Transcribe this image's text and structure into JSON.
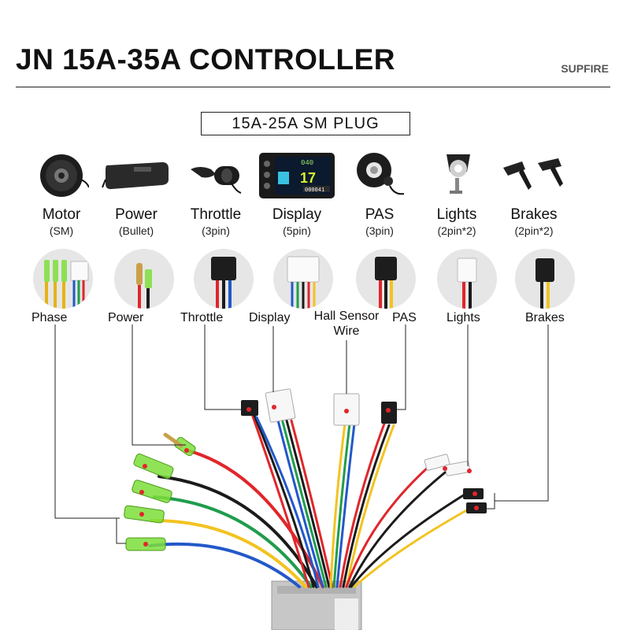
{
  "title": "JN 15A-35A CONTROLLER",
  "brand": "SUPFIRE",
  "plug_label": "15A-25A  SM  PLUG",
  "components": [
    {
      "name": "Motor",
      "spec": "(SM)",
      "icon": "hub-motor-icon"
    },
    {
      "name": "Power",
      "spec": "(Bullet)",
      "icon": "battery-icon"
    },
    {
      "name": "Throttle",
      "spec": "(3pin)",
      "icon": "thumb-throttle-icon"
    },
    {
      "name": "Display",
      "spec": "(5pin)",
      "icon": "lcd-display-icon"
    },
    {
      "name": "PAS",
      "spec": "(3pin)",
      "icon": "pas-sensor-icon"
    },
    {
      "name": "Lights",
      "spec": "(2pin*2)",
      "icon": "headlight-icon"
    },
    {
      "name": "Brakes",
      "spec": "(2pin*2)",
      "icon": "brake-lever-icon"
    }
  ],
  "connectors": {
    "phase": "Phase",
    "power": "Power",
    "throttle": "Throttle",
    "display": "Display",
    "hall_line1": "Hall Sensor",
    "hall_line2": "Wire",
    "pas": "PAS",
    "lights": "Lights",
    "brakes": "Brakes"
  },
  "display_screen": {
    "top": "040",
    "speed": "17",
    "odo": "000041"
  },
  "colors": {
    "title": "#111111",
    "leader": "#222222",
    "phase_green": "#7dde3a",
    "red": "#e0262b",
    "blue": "#2358c9",
    "yellow": "#f2c320",
    "green": "#1f9d4c",
    "black": "#1b1b1b",
    "white": "#f0f0f0",
    "orange": "#f08b1d",
    "case": "#c7c7c7"
  }
}
